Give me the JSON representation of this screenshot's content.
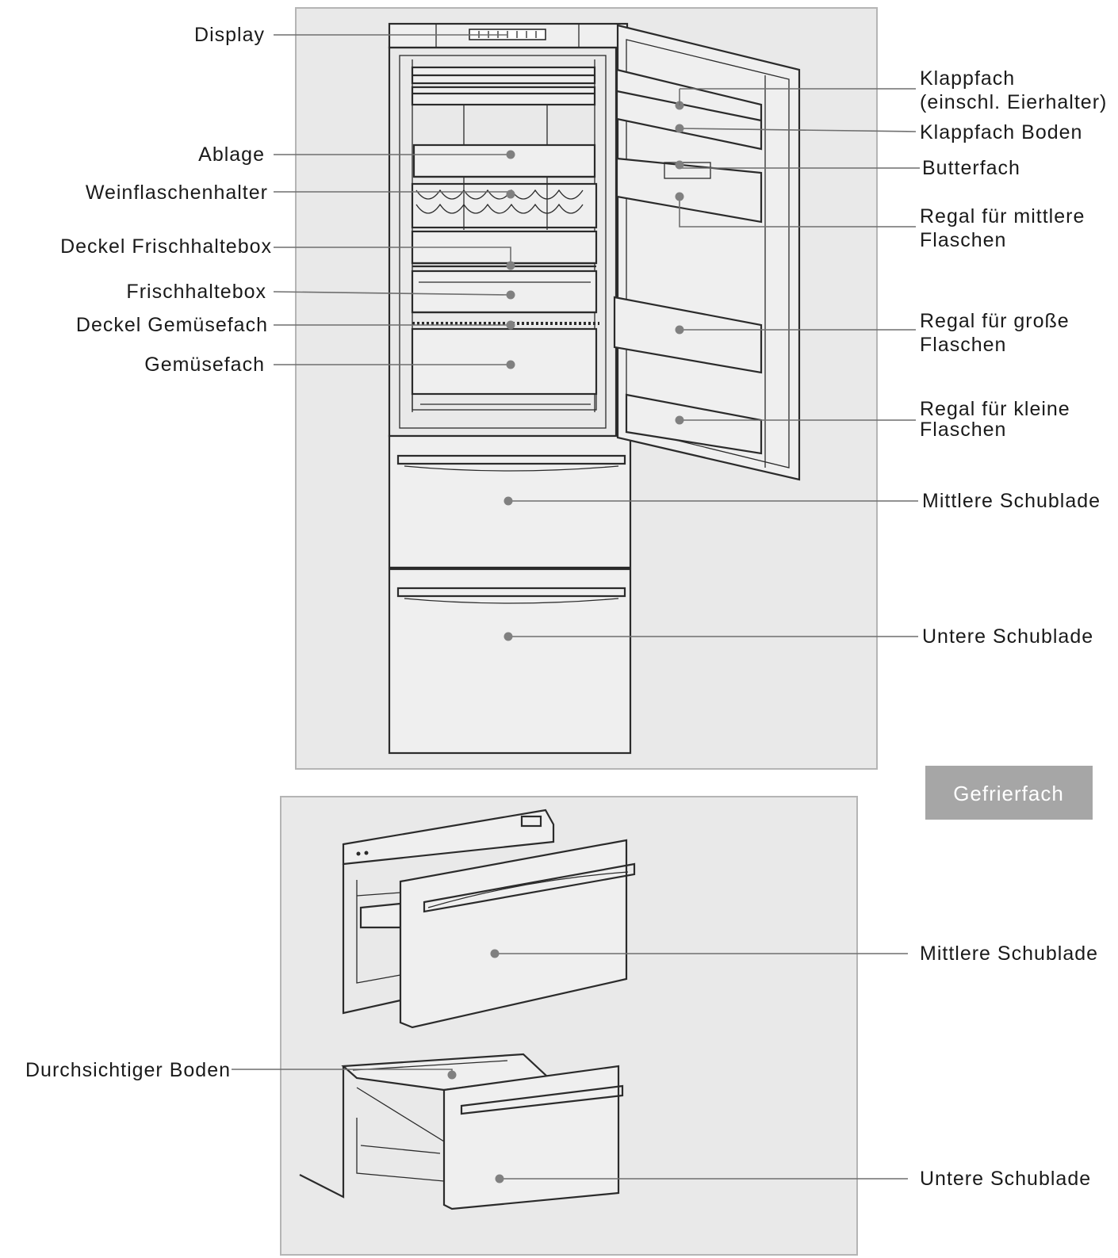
{
  "colors": {
    "panel": "#e9e9e9",
    "panel_border": "#b5b5b5",
    "badge": "#a6a6a6",
    "leader": "#6f6f6f"
  },
  "fridge_labels": {
    "display": "Display",
    "ablage": "Ablage",
    "weinflaschenhalter": "Weinflaschenhalter",
    "deckel_frischhaltebox": "Deckel Frischhaltebox",
    "frischhaltebox": "Frischhaltebox",
    "deckel_gemuesefach": "Deckel Gemüsefach",
    "gemuesefach": "Gemüsefach",
    "klappfach_1": "Klappfach",
    "klappfach_2": "(einschl. Eierhalter)",
    "klappfach_boden": "Klappfach Boden",
    "butterfach": "Butterfach",
    "regal_mittlere_1": "Regal für mittlere",
    "regal_mittlere_2": "Flaschen",
    "regal_grosse_1": "Regal für große",
    "regal_grosse_2": "Flaschen",
    "regal_kleine_1": "Regal für kleine",
    "regal_kleine_2": "Flaschen",
    "mittlere_schublade": "Mittlere Schublade",
    "untere_schublade": "Untere Schublade"
  },
  "freezer_badge": "Gefrierfach",
  "freezer_labels": {
    "mittlere_schublade": "Mittlere Schublade",
    "durchsichtiger_boden": "Durchsichtiger Boden",
    "untere_schublade": "Untere Schublade"
  }
}
